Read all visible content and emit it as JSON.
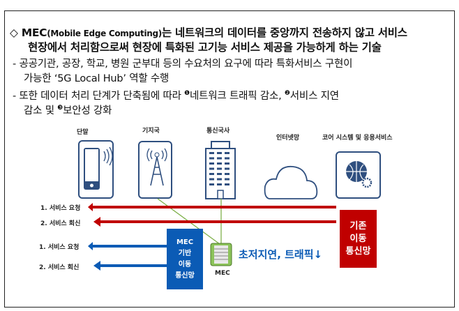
{
  "intro": {
    "bullet": "◇",
    "line1_bold": "MEC",
    "line1_paren": "(Mobile Edge Computing)",
    "line1_rest": "는 네트워크의 데이터를 중앙까지 전송하지 않고 서비스",
    "line2": "현장에서 처리함으로써 현장에 특화된 고기능 서비스 제공을 가능하게 하는 기술"
  },
  "points": [
    {
      "line1": "- 공공기관, 공장, 학교, 병원 군부대 등의 수요처의 요구에 따라 특화서비스 구현이",
      "line2": "가능한 ‘5G Local Hub’ 역할 수행"
    },
    {
      "line1_a": "- 또한 데이터 처리 단계가 단축됨에 따라 ",
      "n1": "❶",
      "line1_b": "네트워크 트래픽 감소, ",
      "n2": "❷",
      "line1_c": "서비스 지연",
      "line2_a": "감소 및 ",
      "n3": "❸",
      "line2_b": "보안성 강화"
    }
  ],
  "diagram": {
    "nodes": [
      "단말",
      "기지국",
      "통신국사",
      "인터넷망",
      "코어 시스템 및 응용서비스"
    ],
    "legacy_arrows": [
      "1. 서비스 요청",
      "2. 서비스 회신"
    ],
    "legacy_box": [
      "기존",
      "이동",
      "통신망"
    ],
    "mec_arrows": [
      "1. 서비스 요청",
      "2. 서비스 회신"
    ],
    "mec_box": [
      "MEC",
      "기반",
      "이동",
      "통신망"
    ],
    "mec_label": "MEC",
    "benefit": "초저지연, 트래픽↓",
    "colors": {
      "red": "#c00000",
      "blue": "#0b5bb5",
      "icon": "#2f4f7f",
      "green": "#7fb04a"
    }
  }
}
